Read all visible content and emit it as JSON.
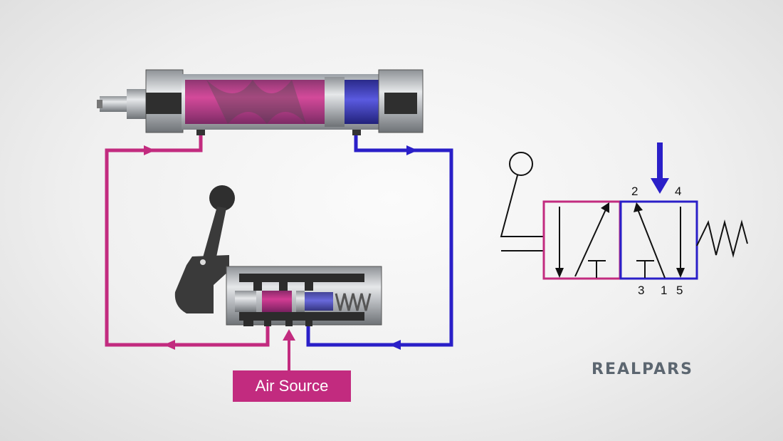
{
  "labels": {
    "air_source": "Air Source",
    "brand": "REALPARS"
  },
  "ports": {
    "p2": "2",
    "p4": "4",
    "p3": "3",
    "p1": "1",
    "p5": "5"
  },
  "colors": {
    "pressure": "#c22b7f",
    "exhaust": "#2a1fc8",
    "metal": "#a9adb1",
    "dark": "#333333"
  }
}
